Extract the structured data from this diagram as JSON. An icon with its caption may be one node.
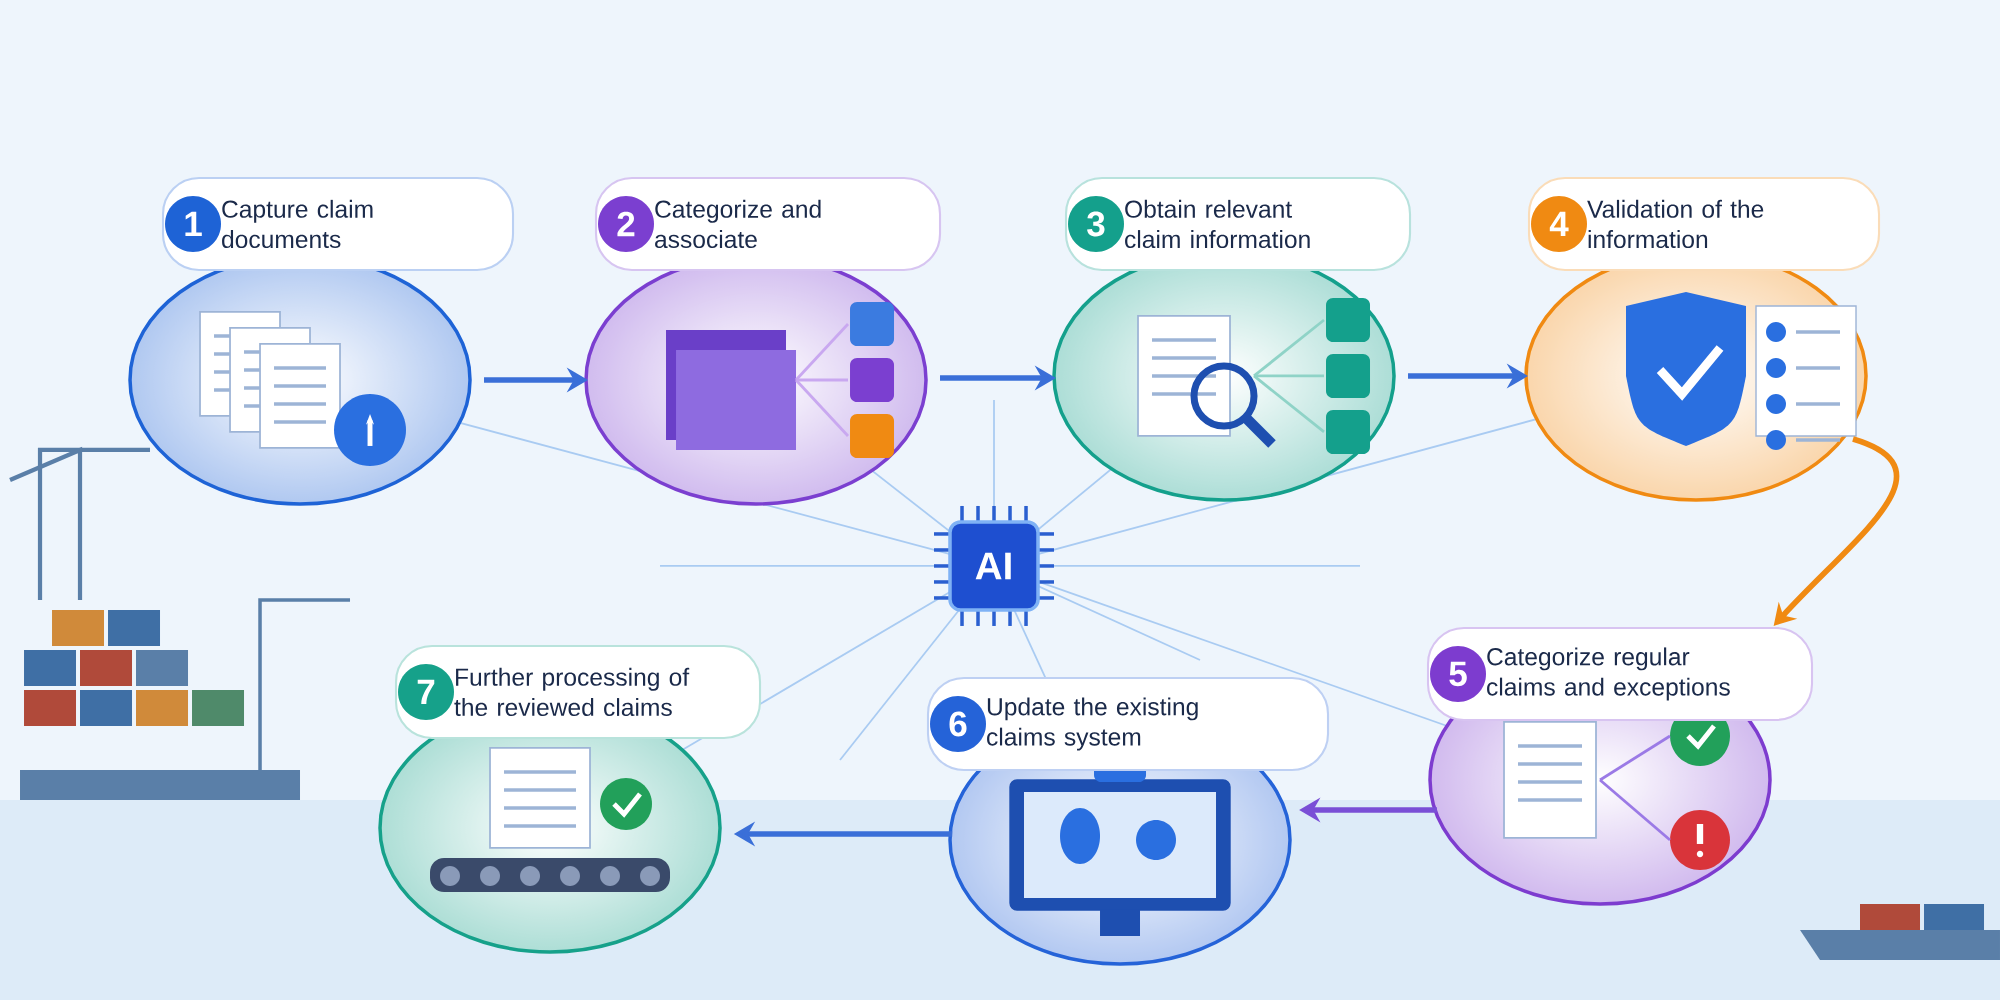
{
  "diagram": {
    "nodes": [
      {
        "text": [
          "1",
          "Capture claim documents"
        ]
      },
      {
        "text": [
          "2",
          "Categorize and associate"
        ]
      },
      {
        "text": [
          "3",
          "Obtain relevant claim information"
        ]
      },
      {
        "text": [
          "4",
          "Validation of the information"
        ]
      },
      {
        "text": [
          "5",
          "Categorize regular claims and exceptions"
        ]
      },
      {
        "text": [
          "6",
          "Update the existing claims system"
        ]
      },
      {
        "text": [
          "7",
          "Further processing of the reviewed claims"
        ]
      },
      {
        "text": [
          "AI"
        ]
      }
    ],
    "edges": [
      {
        "from": 0,
        "to": 1,
        "arrow": "to"
      },
      {
        "from": 1,
        "to": 2,
        "arrow": "to"
      },
      {
        "from": 2,
        "to": 3,
        "arrow": "to"
      },
      {
        "from": 3,
        "to": 4,
        "arrow": "to",
        "color": "#f08a12"
      },
      {
        "from": 4,
        "to": 5,
        "arrow": "to",
        "color": "#7a4fd6"
      },
      {
        "from": 5,
        "to": 6,
        "arrow": "to"
      }
    ]
  }
}
